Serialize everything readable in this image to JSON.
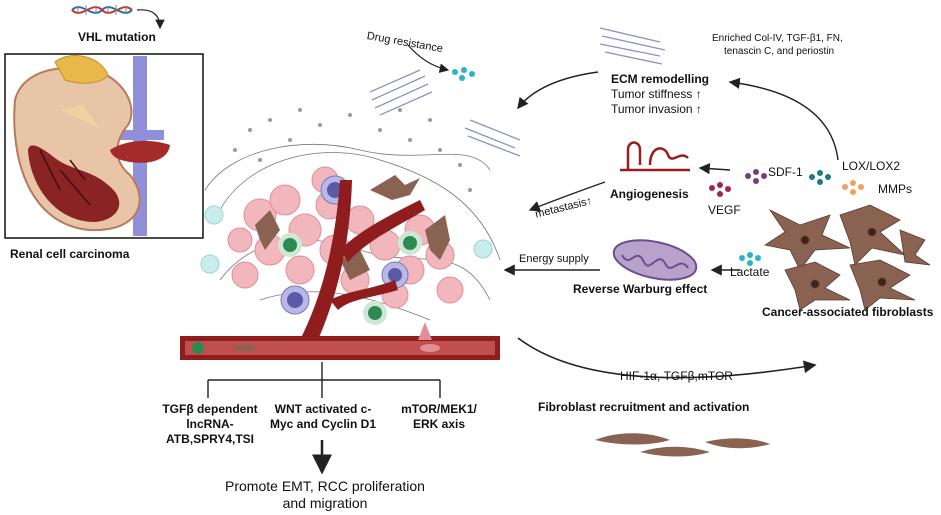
{
  "labels": {
    "vhl_mutation": "VHL mutation",
    "renal_cell_carcinoma": "Renal cell carcinoma",
    "drug_resistance": "Drug resistance",
    "ecm_enriched": [
      "Enriched Col-IV, TGF-β1, FN,",
      "tenascin C, and periostin"
    ],
    "ecm_remodelling": "ECM remodelling",
    "tumor_stiffness": "Tumor stiffness ↑",
    "tumor_invasion": "Tumor invasion ↑",
    "lox": "LOX/LOX2",
    "mmps": "MMPs",
    "angiogenesis": "Angiogenesis",
    "sdf1": "SDF-1",
    "vegf": "VEGF",
    "metastasis": "metastasis↑",
    "energy_supply": "Energy supply",
    "lactate": "Lactate",
    "reverse_warburg": "Reverse Warburg effect",
    "caf": "Cancer-associated fibroblasts",
    "hif": "HIF-1α, TGFβ,mTOR",
    "fibroblast_recruitment": "Fibroblast recruitment and activation",
    "tgfb_dependent": [
      "TGFβ dependent",
      "lncRNA-",
      "ATB,SPRY4,TSI"
    ],
    "wnt": [
      "WNT activated c-",
      "Myc and Cyclin D1"
    ],
    "mtor": [
      "mTOR/MEK1/",
      "ERK axis"
    ],
    "promote": [
      "Promote EMT, RCC proliferation",
      "and migration"
    ]
  },
  "colors": {
    "vessel": "#8f1d1d",
    "vessel_inner": "#b52a2a",
    "tumor_cell": "#f2b6bd",
    "fibroblast": "#8a6252",
    "nucleus_green": "#2e8a4e",
    "immune_purple": "#5b5aa6",
    "cyan_dot": "#2ab3c9",
    "kidney": "#8a2324",
    "arrow": "#222222"
  }
}
